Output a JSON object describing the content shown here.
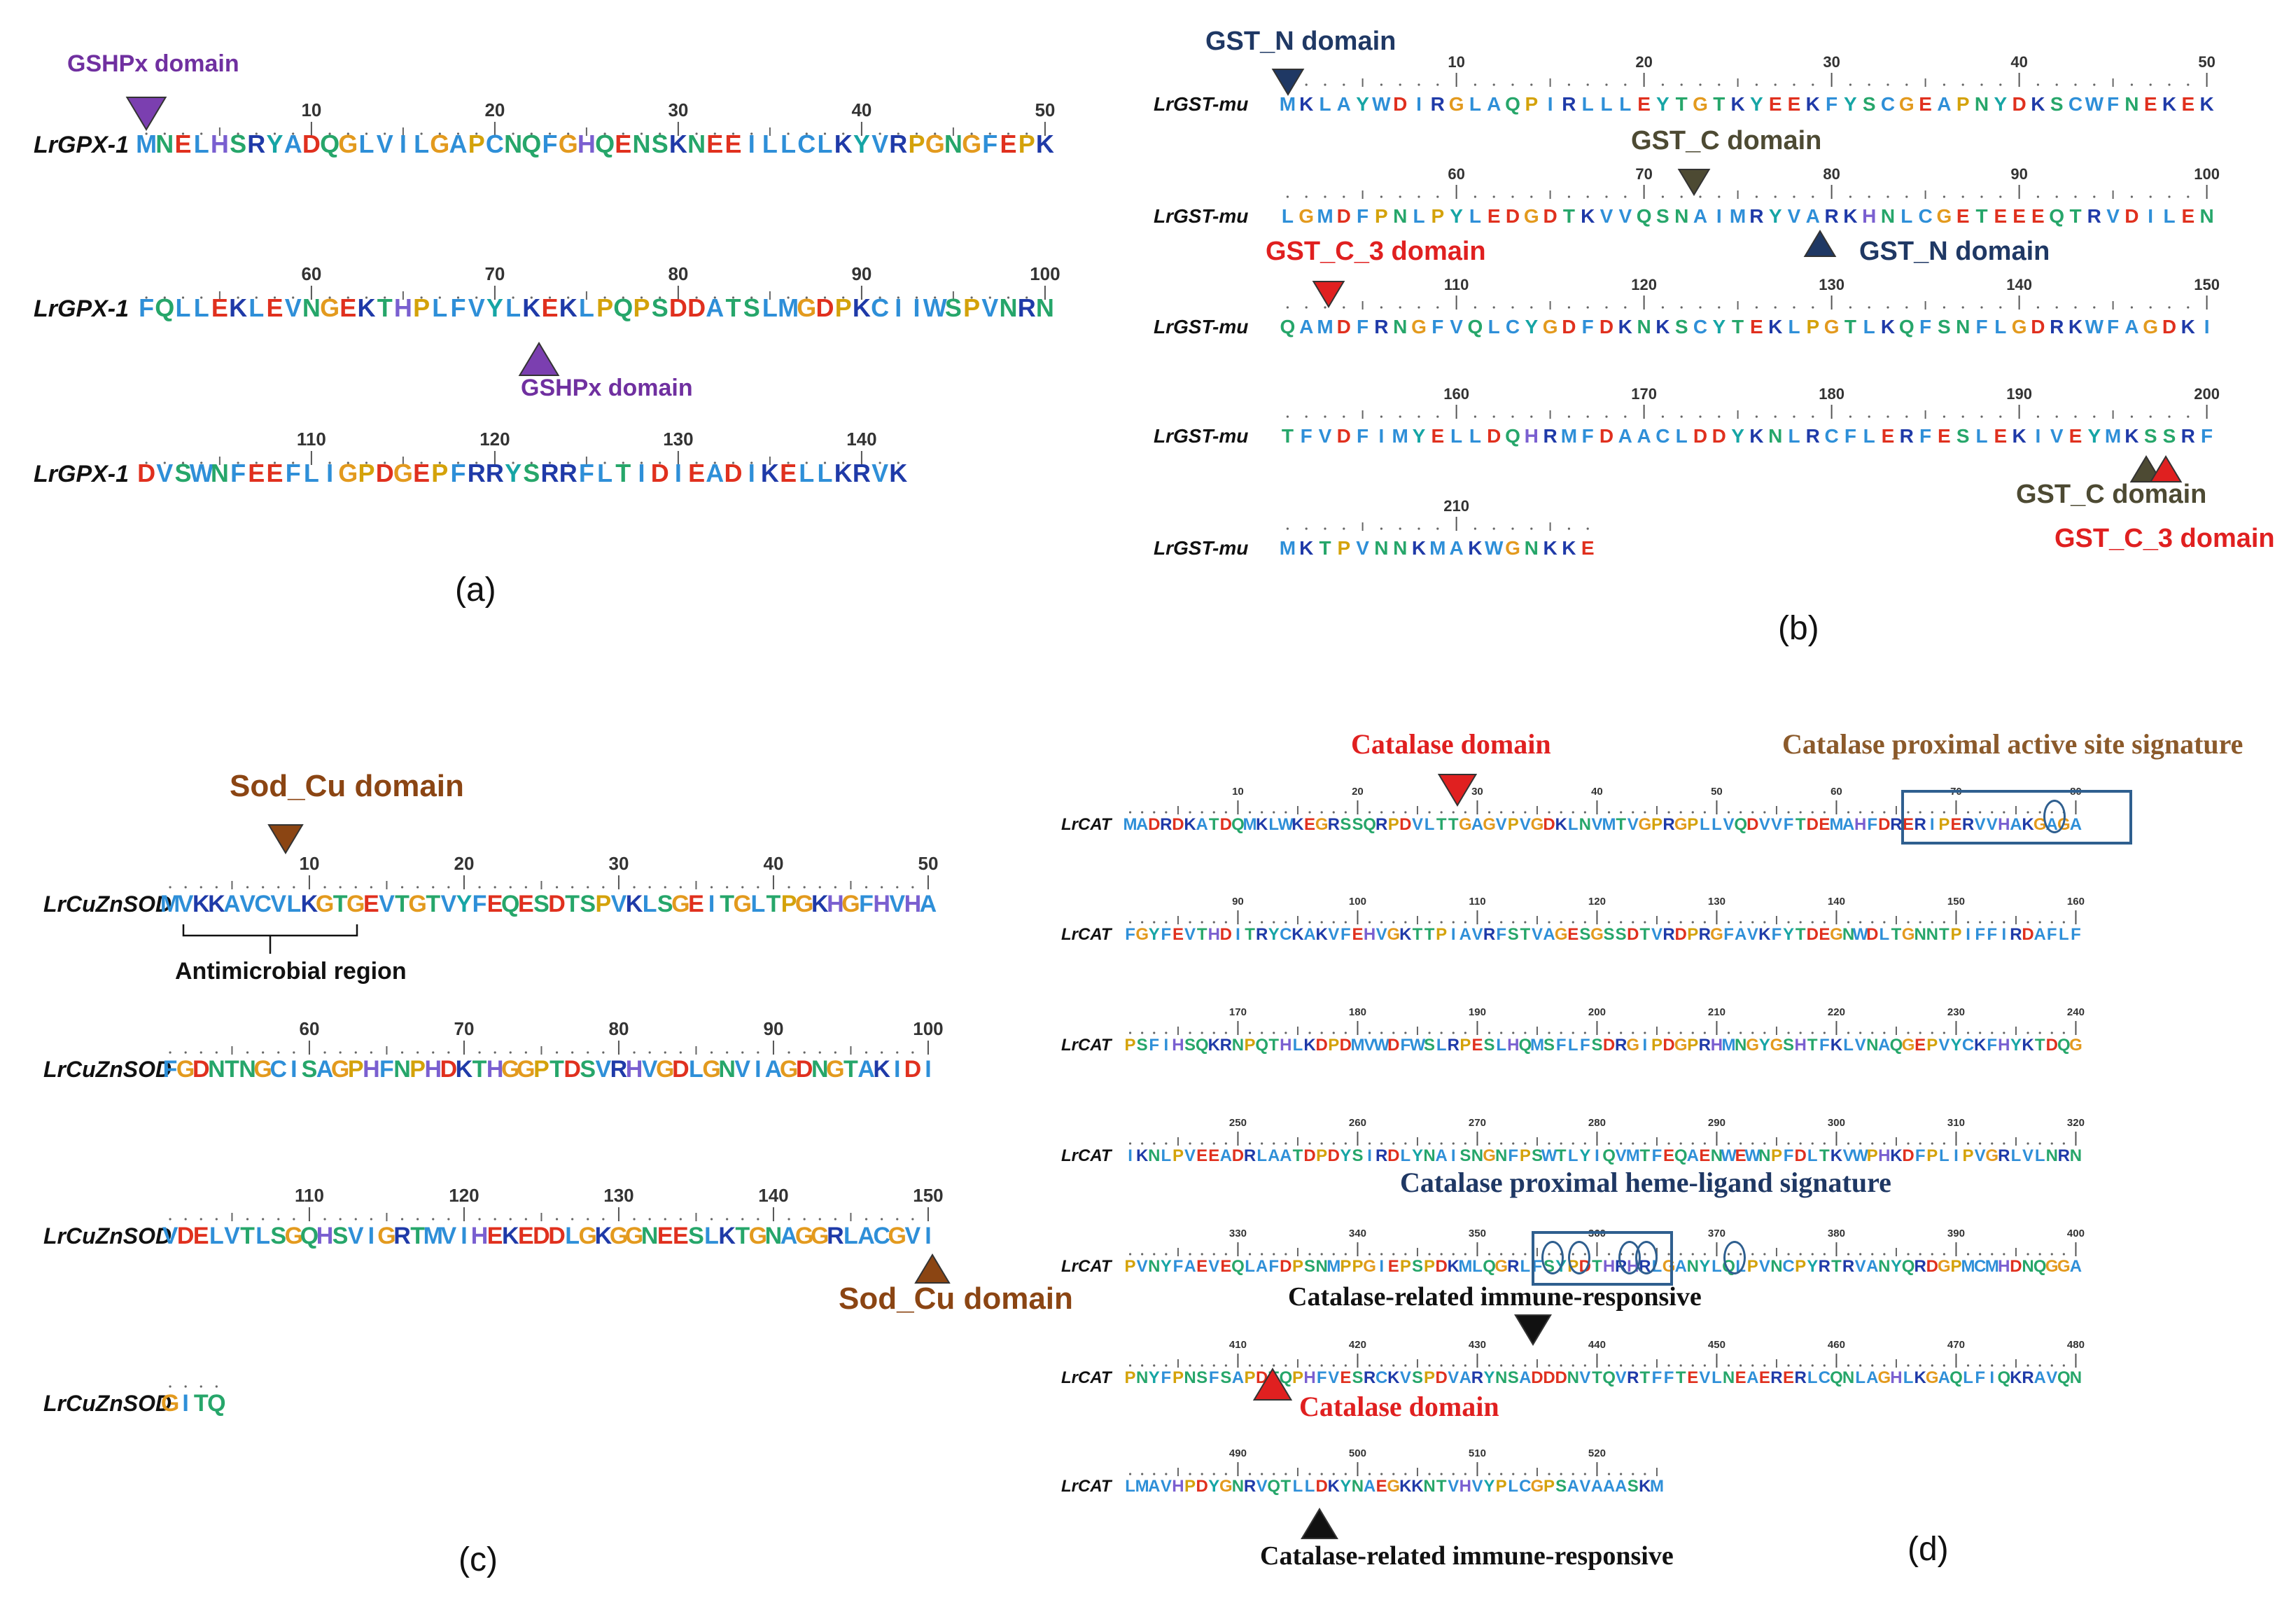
{
  "panels": {
    "a": {
      "letter": "(a)",
      "protein": "LrGPX-1",
      "rows": [
        {
          "label": "LrGPX-1",
          "seq": "MNELHSRYADQGLVILGAPCNQFGHQENSKNEEILLCLKYVRPGNGFEPK",
          "start": 1,
          "ticks": [
            "10",
            "20",
            "30",
            "40",
            "50"
          ]
        },
        {
          "label": "LrGPX-1",
          "seq": "FQLLEKLEVNGEKTHPLFVYLKEKLPQPSDDATSLMGDPKCIIWSPVNRN",
          "start": 51,
          "ticks": [
            "60",
            "70",
            "80",
            "90",
            "100"
          ]
        },
        {
          "label": "LrGPX-1",
          "seq": "DVSWNFEEFLIGPDGEPFRRYSRRFLTIDIEADIKELLKRVK",
          "start": 101,
          "ticks": [
            "110",
            "120",
            "130",
            "140"
          ]
        }
      ],
      "annotations": [
        {
          "text": "GSHPx domain",
          "color": "#7030a0"
        },
        {
          "text": "GSHPx domain",
          "color": "#7030a0"
        }
      ]
    },
    "b": {
      "letter": "(b)",
      "protein": "LrGST-mu",
      "rows": [
        {
          "label": "LrGST-mu",
          "seq": "MKLAYWDIRGLAQPIRLLLEYTGTKYEEKFYSCGEAPNYDKSCWFNEKEK",
          "start": 1,
          "ticks": [
            "10",
            "20",
            "30",
            "40",
            "50"
          ]
        },
        {
          "label": "LrGST-mu",
          "seq": "LGMDFPNLPYLEDGDTKVVQSNAIMRYVARKHNLCGETEEEQTRVDILEN",
          "start": 51,
          "ticks": [
            "60",
            "70",
            "80",
            "90",
            "100"
          ]
        },
        {
          "label": "LrGST-mu",
          "seq": "QAMDFRNGFVQLCYGDFDKNKSCYTEKLPGTLKQFSNFLGDRKWFAGDKI",
          "start": 101,
          "ticks": [
            "110",
            "120",
            "130",
            "140",
            "150"
          ]
        },
        {
          "label": "LrGST-mu",
          "seq": "TFVDFIMYELLDQHRMFDAACLDDYKNLRCFLERFESLEKIVEYMKSSRF",
          "start": 151,
          "ticks": [
            "160",
            "170",
            "180",
            "190",
            "200"
          ]
        },
        {
          "label": "LrGST-mu",
          "seq": "MKTPVNNKMAKWGNKKE",
          "start": 201,
          "ticks": [
            "210"
          ]
        }
      ],
      "annotations": [
        {
          "text": "GST_N domain",
          "color": "#1f3864"
        },
        {
          "text": "GST_C domain",
          "color": "#4d4a33"
        },
        {
          "text": "GST_C_3 domain",
          "color": "#e02020"
        },
        {
          "text": "GST_N domain",
          "color": "#1f3864"
        },
        {
          "text": "GST_C domain",
          "color": "#4d4a33"
        },
        {
          "text": "GST_C_3 domain",
          "color": "#e02020"
        }
      ]
    },
    "c": {
      "letter": "(c)",
      "protein": "LrCuZnSOD",
      "rows": [
        {
          "label": "LrCuZnSOD",
          "seq": "MVKKAVCVLKGTGEVTGTVYFEQESDTSPVKLSGEITGLTPGKHGFHVHA",
          "start": 1,
          "ticks": [
            "10",
            "20",
            "30",
            "40",
            "50"
          ]
        },
        {
          "label": "LrCuZnSOD",
          "seq": "FGDNTNGCISAGPHFNPHDKTHGGPTDSVRHVGDLGNVIAGDNGTAKIDI",
          "start": 51,
          "ticks": [
            "60",
            "70",
            "80",
            "90",
            "100"
          ]
        },
        {
          "label": "LrCuZnSOD",
          "seq": "VDELVTLSGQHSVIGRTMVIHEKEDDLGKGGNEESLKTGNAGGRLACGVI",
          "start": 101,
          "ticks": [
            "110",
            "120",
            "130",
            "140",
            "150"
          ]
        },
        {
          "label": "LrCuZnSOD",
          "seq": "GITQ",
          "start": 151,
          "ticks": []
        }
      ],
      "annotations": [
        {
          "text": "Sod_Cu domain",
          "color": "#8b4513"
        },
        {
          "text": "Antimicrobial region",
          "color": "#111111"
        },
        {
          "text": "Sod_Cu domain",
          "color": "#8b4513"
        }
      ]
    },
    "d": {
      "letter": "(d)",
      "protein": "LrCAT",
      "rows": [
        {
          "label": "LrCAT",
          "seq": "MADRDKATDQMKLWKEGRSSQRPDVLTTGAGVPVGDKLNVMTVGPRGPLLVQDVVFTDEMAHFDRERIPERVVHAKGAGA",
          "start": 1,
          "ticks": [
            "10",
            "20",
            "30",
            "40",
            "50",
            "60",
            "70",
            "80"
          ]
        },
        {
          "label": "LrCAT",
          "seq": "FGYFEVTHDITRYCKAKVFEHVGKTTPIAVRFSTVAGESGSSDTVRDPRGFAVKFYTDEGNWDLTGNNTPIFFIRDAFLF",
          "start": 81,
          "ticks": [
            "90",
            "100",
            "110",
            "120",
            "130",
            "140",
            "150",
            "160"
          ]
        },
        {
          "label": "LrCAT",
          "seq": "PSFIHSQKRNPQTHLKDPDMVWDFWSLRPESLHQMSFLFSDRGIPDGPRHMNGYGSHTFKLVNAQGEPVYCKFHYKTDQG",
          "start": 161,
          "ticks": [
            "170",
            "180",
            "190",
            "200",
            "210",
            "220",
            "230",
            "240"
          ]
        },
        {
          "label": "LrCAT",
          "seq": "IKNLPVEEADRLAATDPDYSIRDLYNAISNGNFPSWTLYIQVMTFEQAENWEWNPFDLTKVWPHKDFPLIPVGRLVLNRN",
          "start": 241,
          "ticks": [
            "250",
            "260",
            "270",
            "280",
            "290",
            "300",
            "310",
            "320"
          ]
        },
        {
          "label": "LrCAT",
          "seq": "PVNYFAEVEQLAFDPSNMPPGIEPSPDKMLQGRLFSYPDTHRHRLGANYLQLPVNCPYRTRVANYQRDGPMCMHDNQGGA",
          "start": 321,
          "ticks": [
            "330",
            "340",
            "350",
            "360",
            "370",
            "380",
            "390",
            "400"
          ]
        },
        {
          "label": "LrCAT",
          "seq": "PNYFPNSFSAPDTQPHFVESRCKVSPDVARYNSADDDNVTQVRTFFTEVLNEAERERLCQNLAGHLKGAQLFIQKRAVQN",
          "start": 401,
          "ticks": [
            "410",
            "420",
            "430",
            "440",
            "450",
            "460",
            "470",
            "480"
          ]
        },
        {
          "label": "LrCAT",
          "seq": "LMAVHPDYGNRVQTLLDKYNAEGKKNTVHVYPLCGPSAVAAASKM",
          "start": 481,
          "ticks": [
            "490",
            "500",
            "510",
            "520"
          ]
        }
      ],
      "annotations": [
        {
          "text": "Catalase domain",
          "color": "#e02020"
        },
        {
          "text": "Catalase proximal active site signature",
          "color": "#8b5a2b"
        },
        {
          "text": "Catalase proximal heme-ligand signature",
          "color": "#1f3864"
        },
        {
          "text": "Catalase-related immune-responsive",
          "color": "#111111"
        },
        {
          "text": "Catalase domain",
          "color": "#e02020"
        },
        {
          "text": "Catalase-related immune-responsive",
          "color": "#111111"
        }
      ]
    }
  },
  "residue_colors": {
    "D": "#e0301e",
    "E": "#e0301e",
    "K": "#1f3aa8",
    "R": "#1f3aa8",
    "H": "#7a5fd0",
    "A": "#2e8fd8",
    "V": "#2e8fd8",
    "I": "#2e8fd8",
    "L": "#2e8fd8",
    "M": "#2e8fd8",
    "F": "#2e8fd8",
    "W": "#2e8fd8",
    "C": "#2e8fd8",
    "S": "#26a66a",
    "T": "#26a66a",
    "N": "#26a66a",
    "Q": "#26a66a",
    "G": "#e39a1e",
    "P": "#d4a20a",
    "Y": "#16a5a5"
  }
}
